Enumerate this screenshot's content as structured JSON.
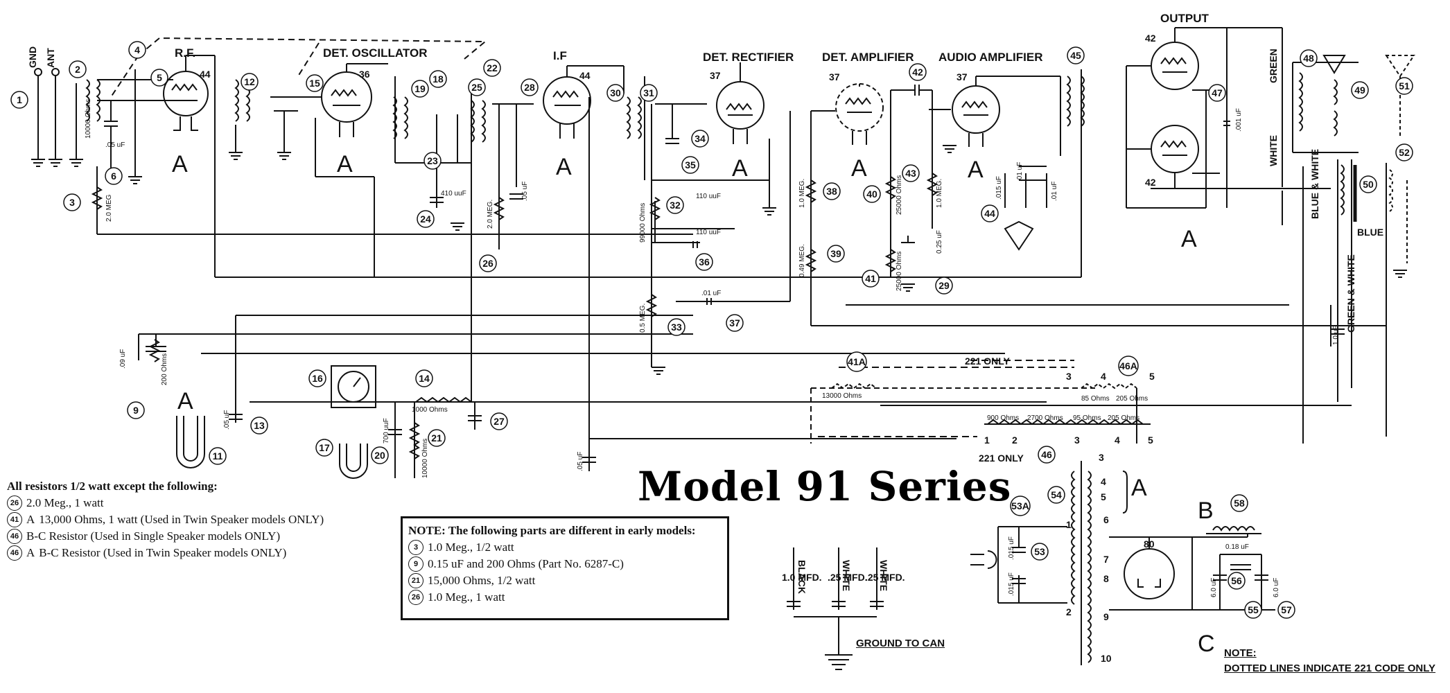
{
  "sections": {
    "rf": "R.F.",
    "det_oscillator": "DET. OSCILLATOR",
    "if": "I.F",
    "det_rectifier": "DET. RECTIFIER",
    "det_amplifier": "DET. AMPLIFIER",
    "audio_amplifier": "AUDIO AMPLIFIER",
    "output": "OUTPUT"
  },
  "tubes": {
    "rf": "44",
    "osc": "36",
    "if": "44",
    "rect": "37",
    "detamp": "37",
    "audio": "37",
    "out1": "42",
    "out2": "42",
    "rectifier80": "80"
  },
  "terminals": {
    "gnd": "GND",
    "ant": "ANT"
  },
  "labels": {
    "ohms_10000": "10000 Ohms",
    "uf_05": ".05 uF",
    "meg_20": "2.0 MEG",
    "uf_410": "410 uuF",
    "meg_20b": "2.0 MEG.",
    "uf_05b": ".05 uF",
    "uuf_110a": "110 uuF",
    "uuf_110b": "110 uuF",
    "ohms_99000": "99000 Ohms",
    "meg_05": "0.5 MEG.",
    "uf_01": ".01 uF",
    "meg_10": "1.0 MEG.",
    "meg_049": "0.49 MEG.",
    "ohms_25000a": "25000 Ohms",
    "ohms_25000b": "25000 Ohms",
    "meg_10b": "1.0 MEG.",
    "uf_025": "0.25 uF",
    "uf_015": ".015 uF",
    "uf_01b": ".01 uF",
    "uf_01c": ".01 uF",
    "uf_001": ".001 uF",
    "uf_09": ".09 uF",
    "ohms_200": "200 Ohms",
    "uf_05c": ".05 uF",
    "ohms_1000": "1000 Ohms",
    "uf_700": "700 uuF",
    "ohms_10000b": "10000 Ohms",
    "uf_05d": ".05 uF",
    "uf_10": "1.0 uF",
    "ohms_13000": "13000 Ohms",
    "only221": "221 ONLY",
    "ohms_85": "85 Ohms",
    "ohms_205a": "205 Ohms",
    "ohms_900": "900 Ohms",
    "ohms_2700": "2700 Ohms",
    "ohms_95": "95 Ohms",
    "ohms_205b": "205 Ohms",
    "only221b": "221 ONLY",
    "uf_018": "0.18 uF",
    "uf_60a": "6.0 uF",
    "uf_60b": "6.0 uF",
    "uf_015b": ".015 uF",
    "uf_015c": ".015 uF",
    "green": "GREEN",
    "white": "WHITE",
    "blue_white": "BLUE & WHITE",
    "blue": "BLUE",
    "green_white": "GREEN & WHITE",
    "black": "BLACK",
    "white_b": "WHITE",
    "white_c": "WHITE",
    "mfd_10": "1.0 MFD.",
    "mfd_25a": ".25 MFD.",
    "mfd_25b": ".25 MFD.",
    "letter_a": "A",
    "letter_b": "B",
    "letter_c": "C"
  },
  "callouts": [
    "1",
    "2",
    "3",
    "4",
    "5",
    "6",
    "9",
    "11",
    "12",
    "13",
    "14",
    "15",
    "16",
    "17",
    "18",
    "19",
    "20",
    "21",
    "22",
    "23",
    "24",
    "25",
    "26",
    "27",
    "28",
    "29",
    "30",
    "31",
    "32",
    "33",
    "34",
    "35",
    "36",
    "37",
    "38",
    "39",
    "40",
    "41",
    "41A",
    "42",
    "43",
    "44",
    "45",
    "46",
    "46A",
    "47",
    "48",
    "49",
    "50",
    "51",
    "52",
    "53",
    "53A",
    "54",
    "55",
    "56",
    "57",
    "58"
  ],
  "title": "Model 91 Series",
  "resistor_notes": {
    "heading": "All resistors 1/2 watt except the following:",
    "items": [
      {
        "ref": "26",
        "text": "2.0 Meg., 1 watt"
      },
      {
        "ref": "41",
        "suffix": "A",
        "text": "13,000 Ohms, 1 watt (Used in Twin Speaker models ONLY)"
      },
      {
        "ref": "46",
        "text": "B-C Resistor (Used in Single Speaker models ONLY)"
      },
      {
        "ref": "46",
        "suffix": "A",
        "text": "B-C Resistor (Used in Twin Speaker models ONLY)"
      }
    ]
  },
  "early_models": {
    "heading": "NOTE: The following parts are different in early models:",
    "items": [
      {
        "ref": "3",
        "text": "1.0 Meg., 1/2 watt"
      },
      {
        "ref": "9",
        "text": "0.15 uF and 200 Ohms (Part No. 6287-C)"
      },
      {
        "ref": "21",
        "text": "15,000 Ohms, 1/2 watt"
      },
      {
        "ref": "26",
        "text": "1.0 Meg., 1 watt"
      }
    ]
  },
  "ground_to_can": "GROUND TO CAN",
  "note221": {
    "line1": "NOTE:",
    "line2": "DOTTED LINES INDICATE 221 CODE ONLY"
  },
  "tap_numbers": [
    "1",
    "2",
    "3",
    "4",
    "5",
    "3",
    "4",
    "5",
    "1",
    "2",
    "3",
    "4",
    "5",
    "6",
    "7",
    "8",
    "9",
    "10"
  ]
}
